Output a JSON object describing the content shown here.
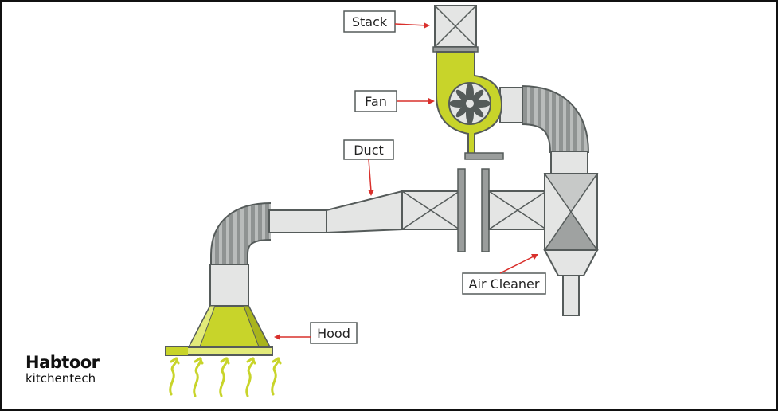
{
  "diagram": {
    "labels": {
      "stack": "Stack",
      "fan": "Fan",
      "duct": "Duct",
      "air_cleaner": "Air Cleaner",
      "hood": "Hood"
    },
    "colors": {
      "fan_body": "#c8d42a",
      "hood_body": "#c8d42a",
      "duct": "#e4e5e4",
      "duct_dark": "#9a9d9c",
      "outline": "#555b5a",
      "arrow": "#d9302c",
      "heat_waves": "#c8d42a"
    }
  },
  "brand": {
    "name": "Habtoor",
    "tagline": "kitchentech"
  }
}
